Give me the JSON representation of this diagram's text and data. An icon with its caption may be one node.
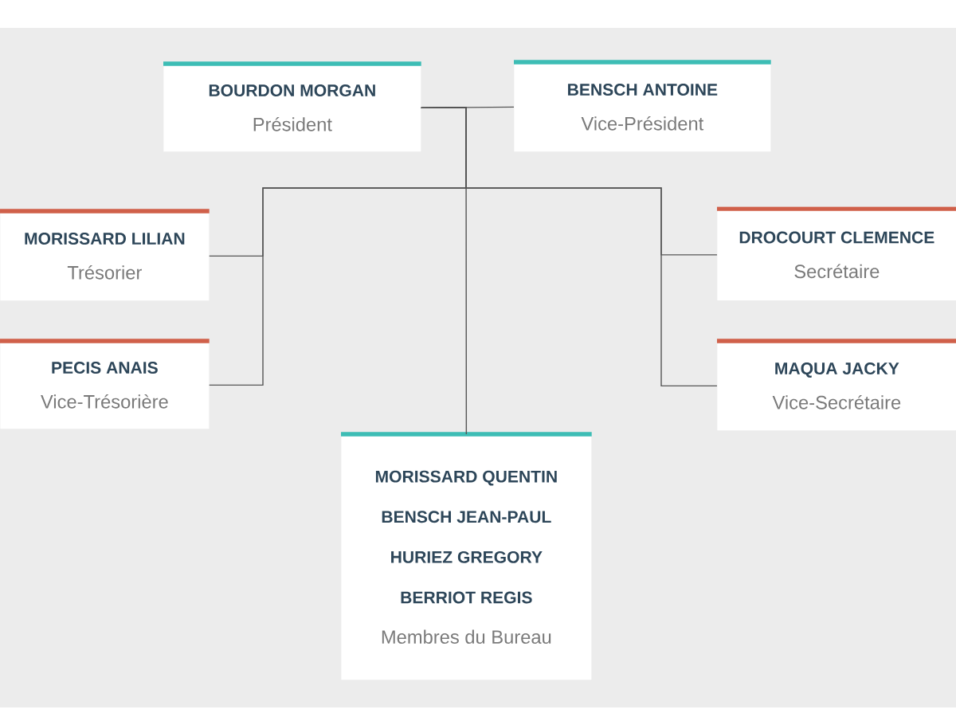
{
  "diagram": {
    "nodes": [
      {
        "text": [
          "BOURDON MORGAN",
          "Président"
        ]
      },
      {
        "text": [
          "BENSCH ANTOINE",
          "Vice-Président"
        ]
      },
      {
        "text": [
          "MORISSARD LILIAN",
          "Trésorier"
        ]
      },
      {
        "text": [
          "DROCOURT CLEMENCE",
          "Secrétaire"
        ]
      },
      {
        "text": [
          "PECIS ANAIS",
          "Vice-Trésorière"
        ]
      },
      {
        "text": [
          "MAQUA JACKY",
          "Vice-Secrétaire"
        ]
      },
      {
        "text": [
          "MORISSARD QUENTIN",
          "BENSCH JEAN-PAUL",
          "HURIEZ GREGORY",
          "BERRIOT REGIS",
          "Membres du Bureau"
        ]
      }
    ],
    "edges": [
      {
        "from": 0,
        "to": 1,
        "arrow": "none"
      },
      {
        "from": 0,
        "to": 2,
        "arrow": "none"
      },
      {
        "from": 0,
        "to": 4,
        "arrow": "none"
      },
      {
        "from": 0,
        "to": 3,
        "arrow": "none"
      },
      {
        "from": 0,
        "to": 5,
        "arrow": "none"
      },
      {
        "from": 0,
        "to": 6,
        "arrow": "none"
      }
    ]
  }
}
